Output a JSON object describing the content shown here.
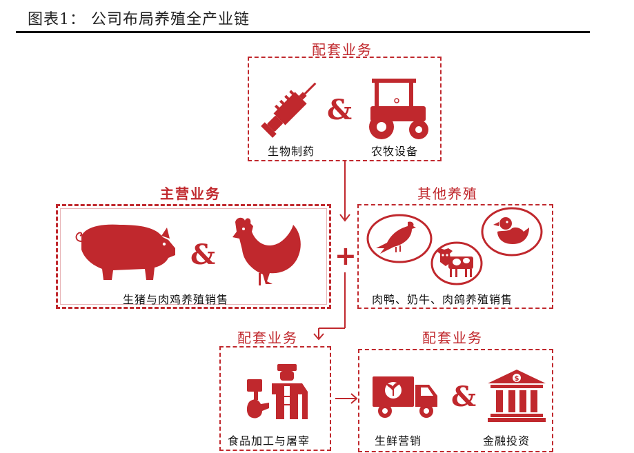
{
  "header": {
    "title": "图表1：  公司布局养殖全产业链"
  },
  "top_section": {
    "title": "配套业务",
    "items": [
      {
        "label": "生物制药",
        "icon": "syringe-icon"
      },
      {
        "label": "农牧设备",
        "icon": "tractor-icon"
      }
    ],
    "separator": "&"
  },
  "main_section": {
    "title": "主营业务",
    "items": [
      {
        "icon": "pig-icon"
      },
      {
        "icon": "chicken-icon"
      }
    ],
    "separator": "&",
    "label": "生猪与肉鸡养殖销售"
  },
  "plus_symbol": "+",
  "other_section": {
    "title": "其他养殖",
    "icons": [
      "pigeon-icon",
      "cow-icon",
      "duck-icon"
    ],
    "label": "肉鸭、奶牛、肉鸽养殖销售"
  },
  "food_section": {
    "title": "配套业务",
    "label": "食品加工与屠宰",
    "icon": "butcher-icon"
  },
  "retail_section": {
    "title": "配套业务",
    "items": [
      {
        "label": "生鲜营销",
        "icon": "delivery-truck-icon"
      },
      {
        "label": "金融投资",
        "icon": "bank-icon"
      }
    ],
    "separator": "&"
  },
  "colors": {
    "accent": "#c0282d",
    "text": "#111111",
    "rule": "#111111"
  }
}
